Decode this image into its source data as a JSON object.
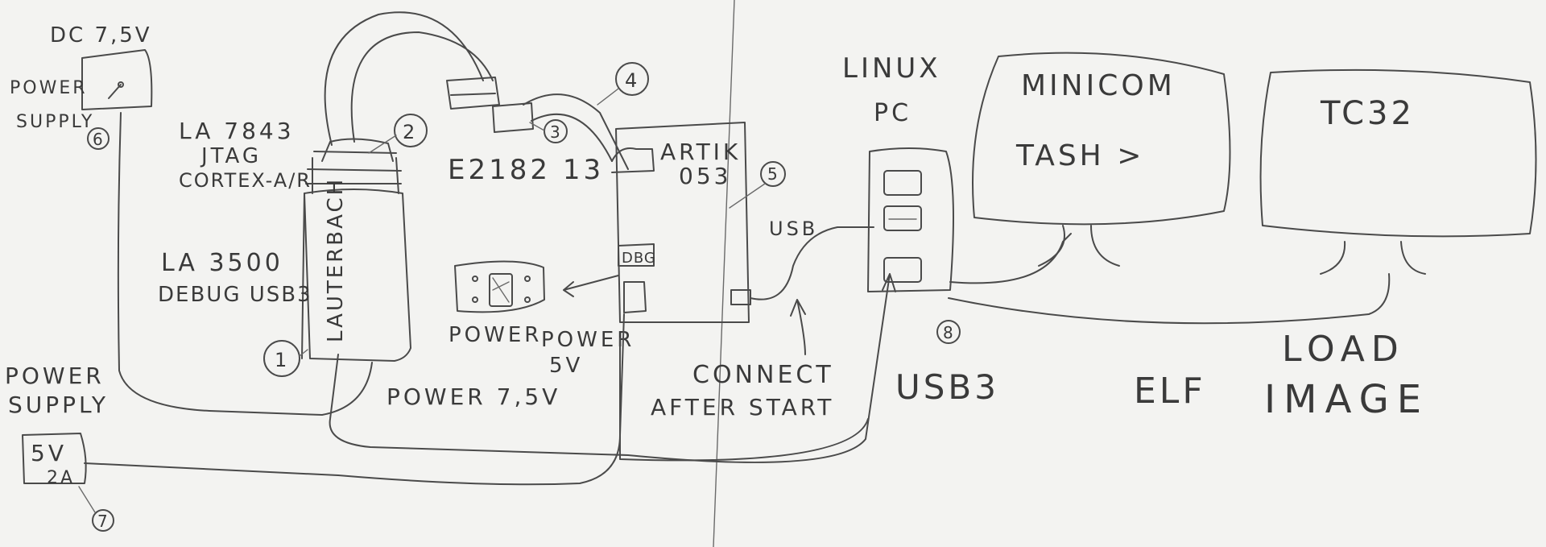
{
  "power_supply_top": {
    "rating": "DC 7,5V",
    "line1": "POWER",
    "line2": "SUPPLY",
    "marker": "6"
  },
  "lauterbach_jtag": {
    "line1": "LA 7843",
    "line2": "JTAG",
    "line3": "CORTEX-A/R",
    "marker": "2"
  },
  "lauterbach_debug": {
    "line1": "LA 3500",
    "line2": "DEBUG USB3",
    "device": "LAUTERBACH",
    "marker": "1"
  },
  "adapter": {
    "label": "E2182 13",
    "marker": "3"
  },
  "cable_marker": "4",
  "artik": {
    "line1": "ARTIK",
    "line2": "053",
    "marker": "5",
    "switch_label": "DBG"
  },
  "power_switch": {
    "label": "POWER"
  },
  "power_5v": {
    "line1": "POWER",
    "line2": "5V"
  },
  "power_75v": "POWER 7,5V",
  "power_supply_bottom": {
    "line1": "POWER",
    "line2": "SUPPLY",
    "rating": "5V",
    "current": "2A",
    "marker": "7"
  },
  "usb_label": "USB",
  "connect_note": {
    "line1": "CONNECT",
    "line2": "AFTER START"
  },
  "linux_pc": {
    "line1": "LINUX",
    "line2": "PC"
  },
  "usb3": {
    "label": "USB3",
    "marker": "8"
  },
  "minicom": {
    "title": "MINICOM",
    "prompt": "TASH >"
  },
  "tc32": {
    "title": "TC32"
  },
  "elf": "ELF",
  "load_image": {
    "line1": "LOAD",
    "line2": "IMAGE"
  }
}
